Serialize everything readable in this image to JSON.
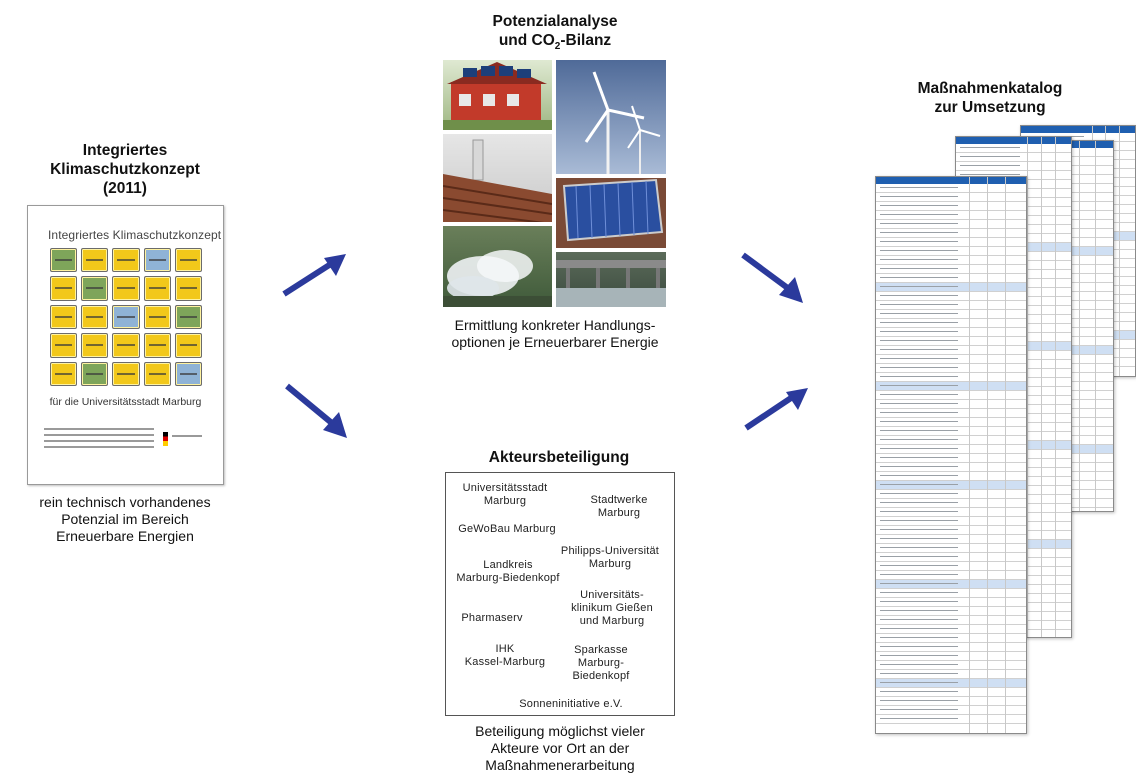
{
  "left": {
    "title": [
      "Integriertes",
      "Klimaschutzkonzept",
      "(2011)"
    ],
    "cover_title": "Integriertes Klimaschutzkonzept",
    "cover_subtitle": "für die Universitätsstadt Marburg",
    "caption": [
      "rein technisch vorhandenes",
      "Potenzial im Bereich",
      "Erneuerbare Energien"
    ]
  },
  "top": {
    "title_line1": "Potenzialanalyse",
    "title_line2_pre": "und CO",
    "title_line2_sub": "2",
    "title_line2_post": "-Bilanz",
    "caption": [
      "Ermittlung konkreter Handlungs-",
      "optionen je Erneuerbarer Energie"
    ]
  },
  "bottom": {
    "title": "Akteursbeteiligung",
    "actors": {
      "unistadt": [
        "Universitätsstadt",
        "Marburg"
      ],
      "stadtwerke": [
        "Stadtwerke",
        "Marburg"
      ],
      "gewobau": [
        "GeWoBau Marburg"
      ],
      "philipps": [
        "Philipps-Universität",
        "Marburg"
      ],
      "landkreis": [
        "Landkreis",
        "Marburg-Biedenkopf"
      ],
      "klinikum": [
        "Universitäts-",
        "klinikum Gießen",
        "und Marburg"
      ],
      "pharmaserv": [
        "Pharmaserv"
      ],
      "ihk": [
        "IHK",
        "Kassel-Marburg"
      ],
      "sparkasse": [
        "Sparkasse",
        "Marburg-",
        "Biedenkopf"
      ],
      "sonnen": [
        "Sonneninitiative e.V."
      ]
    },
    "caption": [
      "Beteiligung möglichst vieler",
      "Akteure vor Ort an der",
      "Maßnahmenerarbeitung"
    ]
  },
  "right": {
    "title": [
      "Maßnahmenkatalog",
      "zur Umsetzung"
    ]
  },
  "colors": {
    "arrow": "#2b3a9c",
    "sign": "#f2c81a",
    "table_header": "#1f5fb0"
  }
}
